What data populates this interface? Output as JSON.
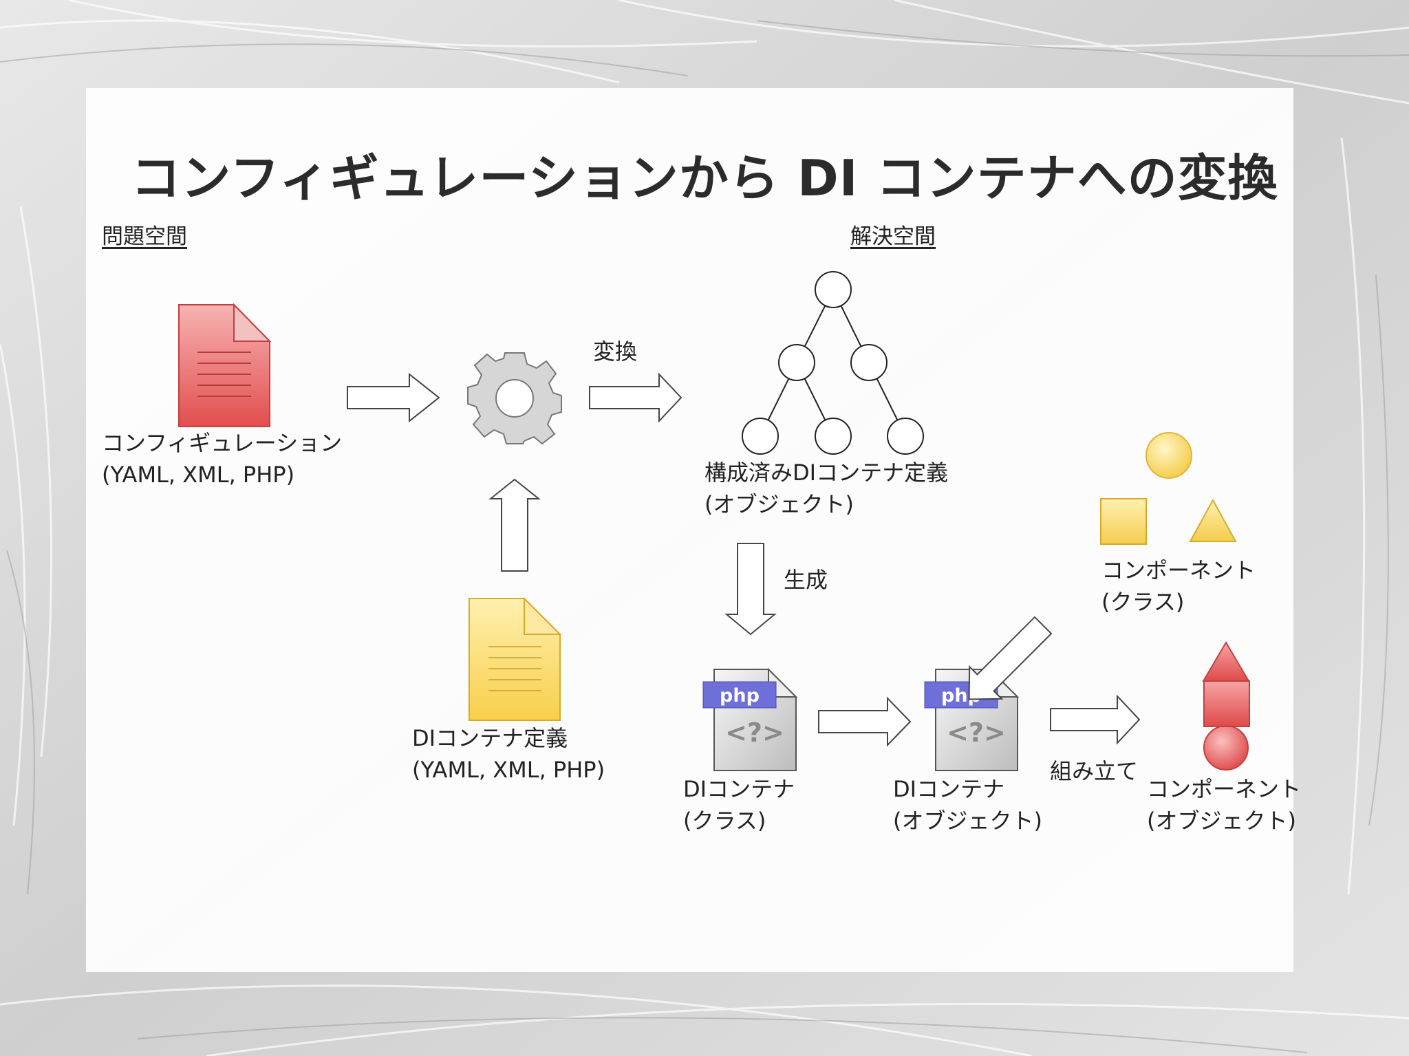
{
  "title": "コンフィギュレーションから DI コンテナへの変換",
  "sections": {
    "problem_space": "問題空間",
    "solution_space": "解決空間"
  },
  "nodes": {
    "configuration": {
      "line1": "コンフィギュレーション",
      "line2": "(YAML, XML, PHP)"
    },
    "di_definition": {
      "line1": "DIコンテナ定義",
      "line2": "(YAML, XML, PHP)"
    },
    "configured_definition": {
      "line1": "構成済みDIコンテナ定義",
      "line2": "(オブジェクト)"
    },
    "component_class": {
      "line1": "コンポーネント",
      "line2": "(クラス)"
    },
    "container_class": {
      "line1": "DIコンテナ",
      "line2": "(クラス)"
    },
    "container_object": {
      "line1": "DIコンテナ",
      "line2": "(オブジェクト)"
    },
    "component_object": {
      "line1": "コンポーネント",
      "line2": "(オブジェクト)"
    }
  },
  "edges": {
    "transform": "変換",
    "generate": "生成",
    "assemble": "組み立て"
  },
  "badges": {
    "php": "php",
    "php_tag": "<?>"
  },
  "colors": {
    "red_doc": "#e86060",
    "yellow_doc": "#fbd86a",
    "php_blue": "#6f6fd9",
    "gear": "#d4d4d4",
    "shape_yellow": "#f7d35a",
    "shape_red": "#e55a5a"
  }
}
